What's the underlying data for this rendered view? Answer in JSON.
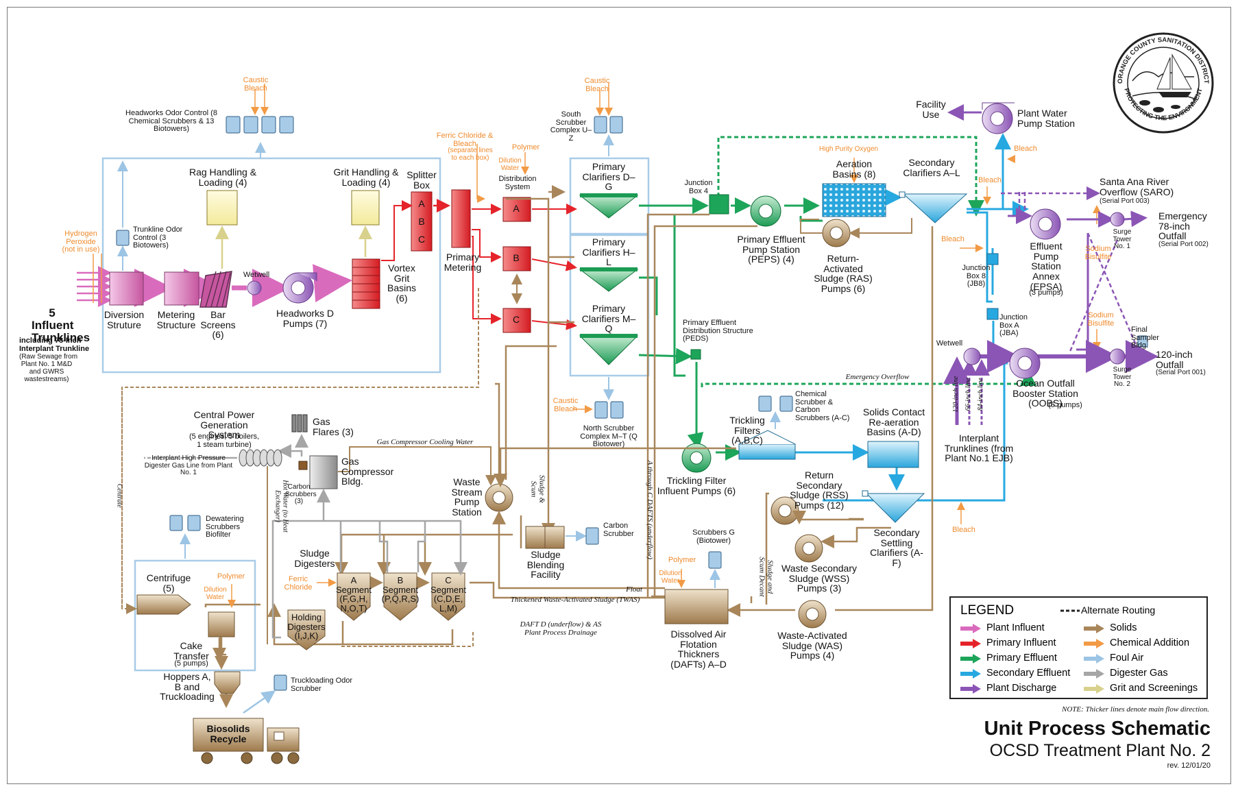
{
  "title": {
    "main": "Unit Process Schematic",
    "sub": "OCSD Treatment Plant No. 2",
    "rev": "rev. 12/01/20"
  },
  "note": "NOTE: Thicker lines denote main flow direction.",
  "logo": {
    "top_text": "ORANGE COUNTY SANITATION DISTRICT",
    "bottom_text": "PROTECTING THE ENVIRONMENT"
  },
  "legend": {
    "title": "LEGEND",
    "alternate": "Alternate Routing",
    "items": [
      {
        "label": "Plant Influent",
        "color": "#d96bbd"
      },
      {
        "label": "Primary Influent",
        "color": "#e5232a"
      },
      {
        "label": "Primary Effluent",
        "color": "#1da55a"
      },
      {
        "label": "Secondary Effluent",
        "color": "#27a8e0"
      },
      {
        "label": "Plant Discharge",
        "color": "#8b55b5"
      },
      {
        "label": "Solids",
        "color": "#a8865a"
      },
      {
        "label": "Chemical Addition",
        "color": "#f29a45"
      },
      {
        "label": "Foul Air",
        "color": "#9cc4e4"
      },
      {
        "label": "Digester Gas",
        "color": "#a6a6a6"
      },
      {
        "label": "Grit and Screenings",
        "color": "#d8d18c"
      }
    ]
  },
  "colors": {
    "plant_influent": "#d96bbd",
    "primary_influent": "#e5232a",
    "primary_effluent": "#1da55a",
    "secondary_effluent": "#27a8e0",
    "plant_discharge": "#8b55b5",
    "solids": "#a8865a",
    "chemical": "#f29a45",
    "foul_air": "#9cc4e4",
    "digester_gas": "#a6a6a6",
    "grit": "#d8d18c"
  },
  "labels": {
    "influent_main": "5 Influent Trunklines",
    "influent_sub1": "including 78-Inch",
    "influent_sub2": "Interplant Trunkline",
    "influent_sub3": "(Raw Sewage from",
    "influent_sub4": "Plant No. 1 M&D",
    "influent_sub5": "and GWRS",
    "influent_sub6": "wastestreams)",
    "hydrogen": "Hydrogen Peroxide (not in use)",
    "diversion": "Diversion Struture",
    "metering": "Metering Structure",
    "bar_screens": "Bar Screens (6)",
    "wetwell": "Wetwell",
    "headworks_pumps": "Headworks D Pumps (7)",
    "trunkline_odor": "Trunkline Odor Control (3 Biotowers)",
    "rag_handling": "Rag Handling & Loading (4)",
    "grit_handling": "Grit Handling & Loading (4)",
    "vortex": "Vortex Grit Basins (6)",
    "splitter": "Splitter Box",
    "splitter_a": "A",
    "splitter_b": "B",
    "splitter_c": "C",
    "headworks_odor": "Headworks Odor Control (8 Chemical Scrubbers & 13 Biotowers)",
    "caustic_bleach_1": "Caustic Bleach",
    "primary_metering": "Primary Metering",
    "ferric_chloride": "Ferric Chloride & Bleach",
    "ferric_note": "(separate lines to each box)",
    "polymer_1": "Polymer",
    "dilution_water_1": "Dilution Water",
    "distribution": "Distribution System",
    "dist_a": "A",
    "dist_b": "B",
    "dist_c": "C",
    "south_scrubber": "South Scrubber Complex U–Z",
    "caustic_bleach_2": "Caustic Bleach",
    "pc_dg": "Primary Clarifiers D–G",
    "pc_hl": "Primary Clarifiers H–L",
    "pc_mq": "Primary Clarifiers M–Q",
    "junction4": "Junction Box 4",
    "peps": "Primary Effluent Pump Station (PEPS) (4)",
    "high_purity": "High Purity Oxygen",
    "aeration": "Aeration Basins (8)",
    "ras": "Return-Activated Sludge (RAS) Pumps (6)",
    "sec_clarifiers": "Secondary Clarifiers A–L",
    "facility_use": "Facility Use",
    "plant_water": "Plant Water Pump Station",
    "bleach_1": "Bleach",
    "bleach_2": "Bleach",
    "bleach_3": "Bleach",
    "bleach_4": "Bleach",
    "saro": "Santa Ana River Overflow (SARO)",
    "saro_port": "(Serial Port 003)",
    "emergency": "Emergency 78-inch Outfall",
    "emergency_port": "(Serial Port 002)",
    "surge1": "Surge Tower No. 1",
    "sodium_1": "Sodium Bisulfite",
    "epsa": "Effluent Pump Station Annex (EPSA)",
    "epsa_pumps": "(3 pumps)",
    "jb8": "Junction Box 8 (JB8)",
    "jba": "Junction Box A (JBA)",
    "sodium_2": "Sodium Bisulfite",
    "final_sampler": "Final Sampler Bldg.",
    "outfall_120": "120-inch Outfall",
    "outfall_port": "(Serial Port 001)",
    "surge2": "Surge Tower No. 2",
    "oobs": "Ocean Outfall Booster Station (OOBS)",
    "oobs_pumps": "(5 pumps)",
    "wetwell_2": "Wetwell",
    "interplant": "Interplant Trunklines (from Plant No.1 EJB)",
    "line_120": "120-inch line",
    "line_66": "66-inch line",
    "line_84": "84-inch line",
    "emergency_overflow": "Emergency Overflow",
    "peds": "Primary Effluent Distribution Structure (PEDS)",
    "north_scrubber": "North Scrubber Complex M–T (Q Biotower)",
    "caustic_bleach_3": "Caustic Bleach",
    "chem_scrubber": "Chemical Scrubber & Carbon Scrubbers (A-C)",
    "trickling": "Trickling Filters (A,B,C)",
    "solids_contact": "Solids Contact Re-aeration Basins (A-D)",
    "tf_pumps": "Trickling Filter Influent Pumps (6)",
    "rss": "Return Secondary Sludge (RSS) Pumps (12)",
    "sec_settling": "Secondary Settling Clarifiers (A-F)",
    "wss": "Waste Secondary Sludge (WSS) Pumps (3)",
    "was": "Waste-Activated Sludge (WAS) Pumps (4)",
    "scrubbers_g": "Scrubbers G (Biotower)",
    "polymer_2": "Polymer",
    "dilution_water_2": "Dilution Water",
    "daft": "Dissolved Air Flotation Thickners (DAFTs) A–D",
    "float": "Float",
    "twas": "Thickened Waste-Activated Sludge (TWAS)",
    "daft_d": "DAFT D (underflow) & AS Plant Process Drainage",
    "sludge_blending": "Sludge Blending Facility",
    "carbon_scrubber": "Carbon Scrubber",
    "waste_stream": "Waste Stream Pump Station",
    "sludge_scum": "Sludge & Scum",
    "through": "A through C DAFTS (underflow)",
    "sludge_decant": "Sludge and Scum Decant",
    "cpgs": "Central Power Generation System",
    "cpgs_sub": "(5 engines, 5 boilers, 1 steam turbine)",
    "gas_flares": "Gas Flares (3)",
    "gas_cooling": "Gas Compressor Cooling Water",
    "interplant_gas": "Interplant High Pressure Digester Gas Line from Plant No. 1",
    "carbon_scrubbers_3": "Carbon Scrubbers (3)",
    "gas_compressor": "Gas Compressor Bldg.",
    "hot_water": "Hot Water (to Heat Exchanger)",
    "centrate": "Centrate",
    "dewatering": "Dewatering Scrubbers Biofilter",
    "centrifuge": "Centrifuge (5)",
    "polymer_3": "Polymer",
    "dilution_water_3": "Dilution Water",
    "cake": "Cake Transfer",
    "cake_pumps": "(5 pumps)",
    "hoppers": "Hoppers A, B and Truckloading",
    "truckloading_odor": "Truckloading Odor Scrubber",
    "biosolids": "Biosolids Recycle",
    "sludge_digesters": "Sludge Digesters",
    "ferric_2": "Ferric Chloride",
    "seg_a": "A Segment (F,G,H, N,O,T)",
    "seg_b": "B Segment (P,Q,R,S)",
    "seg_c": "C Segment (C,D,E, L,M)",
    "holding": "Holding Digesters (I,J,K)"
  }
}
